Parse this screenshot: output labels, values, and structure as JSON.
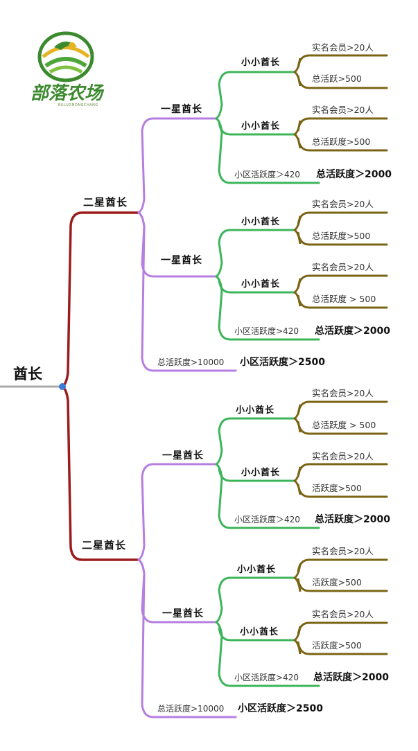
{
  "logo": {
    "name": "部落农场",
    "subtitle": "BULUONONGCHANG"
  },
  "root": "酋长",
  "branches": [
    {
      "label": "二星酋长",
      "stars": [
        {
          "label": "一星酋长",
          "groups": [
            {
              "label": "小小酋长",
              "leaves": [
                "实名会员>20人",
                "总活跃>500"
              ]
            },
            {
              "label": "小小酋长",
              "leaves": [
                "实名会员>20人",
                "总活跃度>500"
              ]
            }
          ],
          "cond_small": "小区活跃度＞420",
          "cond_bold": "总活跃度＞2000"
        },
        {
          "label": "一星酋长",
          "groups": [
            {
              "label": "小小酋长",
              "leaves": [
                "实名会员>20人",
                "总活跃度>500"
              ]
            },
            {
              "label": "小小酋长",
              "leaves": [
                "实名会员>20人",
                "总活跃度 > 500"
              ]
            }
          ],
          "cond_small": "小区活跃度>420",
          "cond_bold": "总活跃度＞2000"
        }
      ],
      "cond_small": "总活跃度>10000",
      "cond_bold": "小区活跃度＞2500"
    },
    {
      "label": "二星酋长",
      "stars": [
        {
          "label": "一星酋长",
          "groups": [
            {
              "label": "小小酋长",
              "leaves": [
                "实名会员>20人",
                "总活跃度 > 500"
              ]
            },
            {
              "label": "小小酋长",
              "leaves": [
                "实名会员>20人",
                "活跃度>500"
              ]
            }
          ],
          "cond_small": "小区活跃度＞420",
          "cond_bold": "总活跃度＞2000"
        },
        {
          "label": "一星酋长",
          "groups": [
            {
              "label": "小小酋长",
              "leaves": [
                "实名会员>20人",
                "活跃度>500"
              ]
            },
            {
              "label": "小小酋长",
              "leaves": [
                "实名会员>20人",
                "活跃度>500"
              ]
            }
          ],
          "cond_small": "小区活跃度>420",
          "cond_bold": "总活跃度＞2000"
        }
      ],
      "cond_small": "总活跃度>10000",
      "cond_bold": "小区活跃度＞2500"
    }
  ],
  "colors": {
    "root_line": "#aaaaaa",
    "node_dot": "#3a7bd5",
    "level1": "#9b1c1c",
    "level2": "#b57ee0",
    "level3": "#3cb55a",
    "leaf": "#7a6414",
    "logo_green": "#3c8a2e",
    "logo_yellow": "#e6b422"
  }
}
